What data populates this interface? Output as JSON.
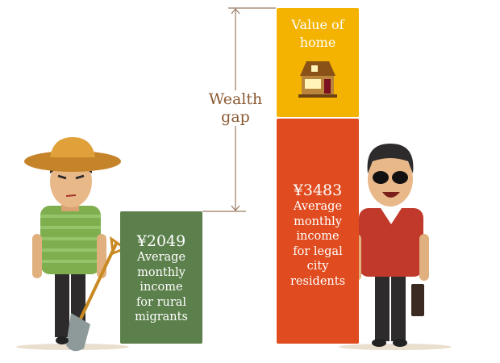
{
  "chart_data": {
    "type": "bar",
    "title": "",
    "categories": [
      "Average monthly income for rural migrants",
      "Average monthly income for legal city residents"
    ],
    "values": [
      2049,
      3483
    ],
    "unit": "¥",
    "stacked_extra": {
      "label": "Value of home",
      "on": "Average monthly income for legal city residents"
    },
    "annotation": "Wealth gap"
  },
  "bars": {
    "rural": {
      "value": "¥2049",
      "label": "Average\nmonthly\nincome\nfor rural\nmigrants",
      "color": "#5c804c"
    },
    "city": {
      "value": "¥3483",
      "label": "Average\nmonthly\nincome\nfor legal\ncity\nresidents",
      "color": "#e04c1f"
    },
    "home": {
      "label": "Value of\nhome",
      "color": "#f3b300"
    }
  },
  "gap_label": "Wealth\ngap"
}
